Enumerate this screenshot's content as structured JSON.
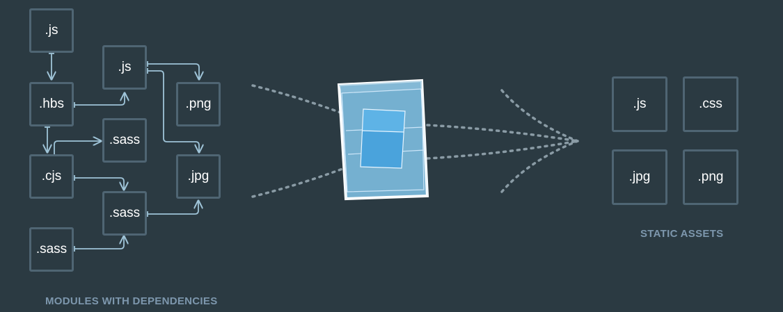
{
  "modules": {
    "caption": "MODULES WITH DEPENDENCIES",
    "items": [
      ".js",
      ".hbs",
      ".cjs",
      ".sass",
      ".js",
      ".sass",
      ".sass",
      ".png",
      ".jpg"
    ]
  },
  "assets": {
    "caption": "STATIC ASSETS",
    "items": [
      ".js",
      ".css",
      ".jpg",
      ".png"
    ]
  },
  "colors": {
    "background": "#2b3a42",
    "box_border": "#4f6573",
    "arrow": "#9fc4d8",
    "dots": "#8a9ba5",
    "cube_fill": "#75b0d0",
    "inner_cube": "#4aa3dc",
    "caption": "#7d97ad"
  }
}
